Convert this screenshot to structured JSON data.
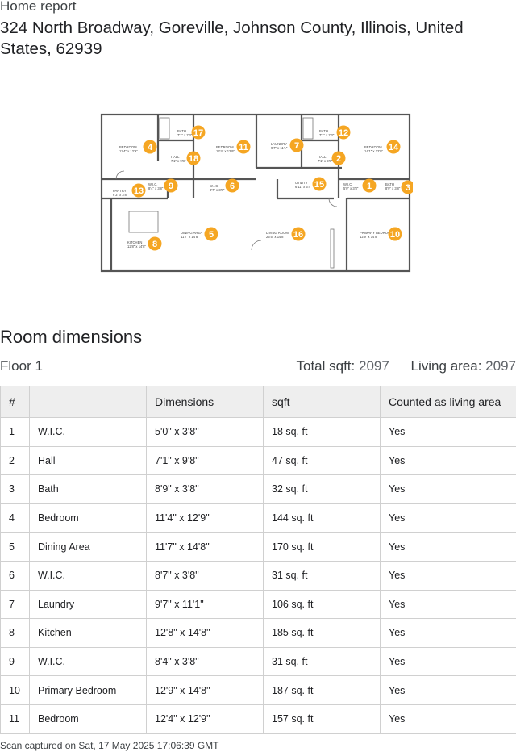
{
  "header": {
    "report_label": "Home report",
    "address": "324 North Broadway, Goreville, Johnson County, Illinois, United States, 62939"
  },
  "floorplan": {
    "rooms": [
      {
        "n": "1",
        "name": "W.I.C.",
        "dims": "5'0\" x 3'8\""
      },
      {
        "n": "2",
        "name": "HALL",
        "dims": "7'1\" x 9'8\""
      },
      {
        "n": "3",
        "name": "BATH",
        "dims": "8'9\" x 3'8\""
      },
      {
        "n": "4",
        "name": "BEDROOM",
        "dims": "11'4\" x 12'9\""
      },
      {
        "n": "5",
        "name": "DINING AREA",
        "dims": "11'7\" x 14'8\""
      },
      {
        "n": "6",
        "name": "W.I.C.",
        "dims": "8'7\" x 3'8\""
      },
      {
        "n": "7",
        "name": "LAUNDRY",
        "dims": "9'7\" x 11'1\""
      },
      {
        "n": "8",
        "name": "KITCHEN",
        "dims": "12'8\" x 14'8\""
      },
      {
        "n": "9",
        "name": "W.I.C.",
        "dims": "8'4\" x 3'8\""
      },
      {
        "n": "10",
        "name": "PRIMARY BEDROOM",
        "dims": "12'9\" x 14'8\""
      },
      {
        "n": "11",
        "name": "BEDROOM",
        "dims": "12'4\" x 12'9\""
      },
      {
        "n": "12",
        "name": "BATH",
        "dims": "7'1\" x 7'3\""
      },
      {
        "n": "13",
        "name": "PANTRY",
        "dims": "6'3\" x 3'8\""
      },
      {
        "n": "14",
        "name": "BEDROOM",
        "dims": "14'1\" x 12'9\""
      },
      {
        "n": "15",
        "name": "UTILITY",
        "dims": "6'11\" x 5'4\""
      },
      {
        "n": "16",
        "name": "LIVING ROOM",
        "dims": "25'5\" x 14'8\""
      },
      {
        "n": "17",
        "name": "BATH",
        "dims": "7'1\" x 7'3\""
      },
      {
        "n": "18",
        "name": "HALL",
        "dims": "7'1\" x 9'8\""
      }
    ],
    "badge_color": "#f5a623"
  },
  "room_dimensions": {
    "title": "Room dimensions",
    "floor_name": "Floor 1",
    "total_sqft_label": "Total sqft:",
    "total_sqft_value": "2097",
    "living_area_label": "Living area:",
    "living_area_value": "2097",
    "columns": [
      "#",
      "",
      "Dimensions",
      "sqft",
      "Counted as living area"
    ],
    "rows": [
      [
        "1",
        "W.I.C.",
        "5'0\" x 3'8\"",
        "18 sq. ft",
        "Yes"
      ],
      [
        "2",
        "Hall",
        "7'1\" x 9'8\"",
        "47 sq. ft",
        "Yes"
      ],
      [
        "3",
        "Bath",
        "8'9\" x 3'8\"",
        "32 sq. ft",
        "Yes"
      ],
      [
        "4",
        "Bedroom",
        "11'4\" x 12'9\"",
        "144 sq. ft",
        "Yes"
      ],
      [
        "5",
        "Dining Area",
        "11'7\" x 14'8\"",
        "170 sq. ft",
        "Yes"
      ],
      [
        "6",
        "W.I.C.",
        "8'7\" x 3'8\"",
        "31 sq. ft",
        "Yes"
      ],
      [
        "7",
        "Laundry",
        "9'7\" x 11'1\"",
        "106 sq. ft",
        "Yes"
      ],
      [
        "8",
        "Kitchen",
        "12'8\" x 14'8\"",
        "185 sq. ft",
        "Yes"
      ],
      [
        "9",
        "W.I.C.",
        "8'4\" x 3'8\"",
        "31 sq. ft",
        "Yes"
      ],
      [
        "10",
        "Primary Bedroom",
        "12'9\" x 14'8\"",
        "187 sq. ft",
        "Yes"
      ],
      [
        "11",
        "Bedroom",
        "12'4\" x 12'9\"",
        "157 sq. ft",
        "Yes"
      ]
    ]
  },
  "footer": {
    "scan_text": "Scan captured on Sat, 17 May 2025 17:06:39 GMT"
  }
}
